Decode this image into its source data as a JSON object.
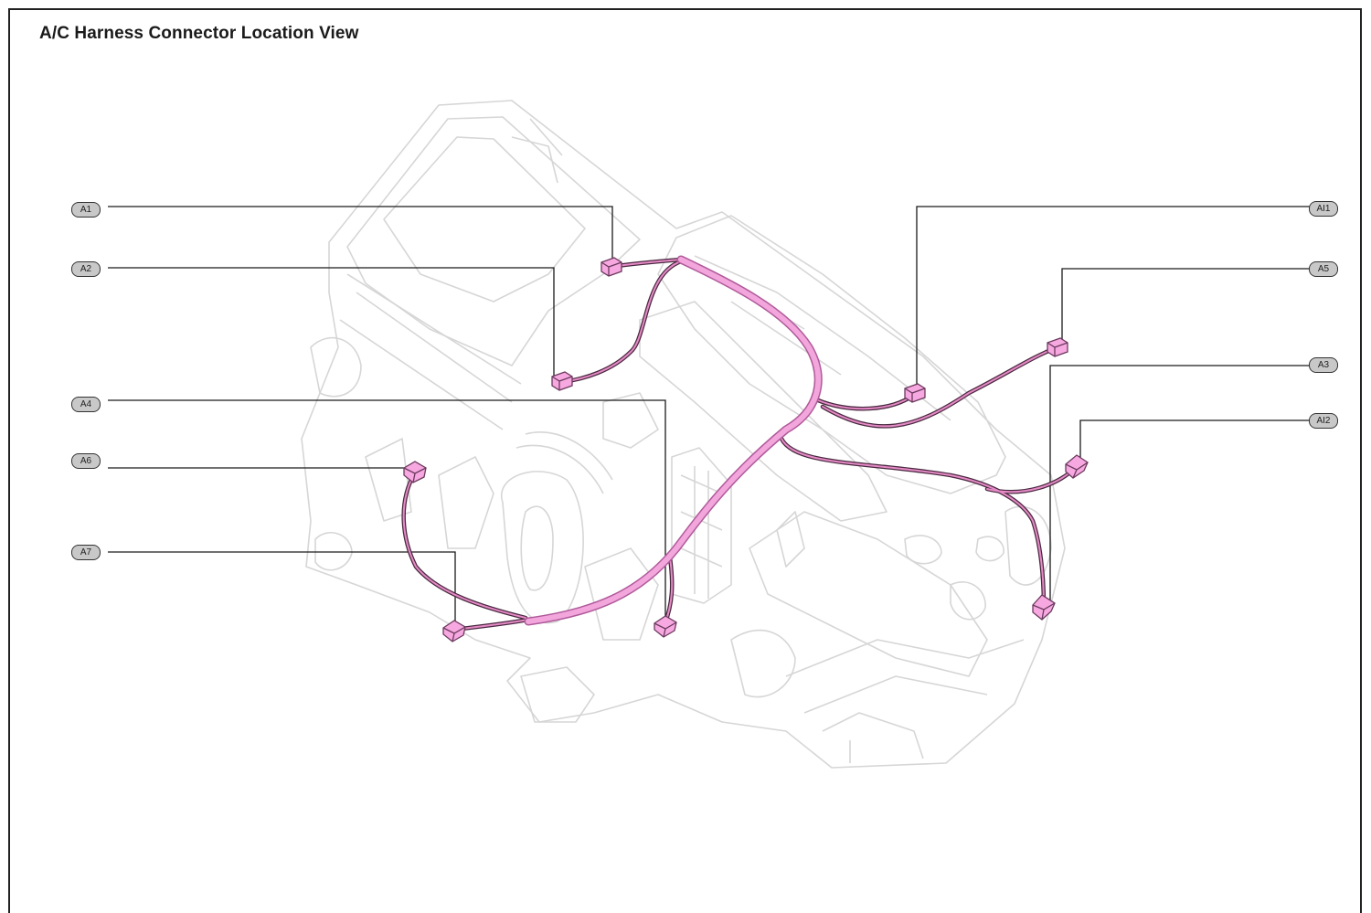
{
  "title": "A/C Harness Connector Location View",
  "colors": {
    "harness": "#e87fc9",
    "connector": "#f4a0dc",
    "outline": "#d8d8d8",
    "leader": "#1a1a1a"
  },
  "connectors": {
    "A1": "A1",
    "A2": "A2",
    "A4": "A4",
    "A6": "A6",
    "A7": "A7",
    "AI1": "AI1",
    "A5": "A5",
    "A3": "A3",
    "AI2": "AI2"
  }
}
